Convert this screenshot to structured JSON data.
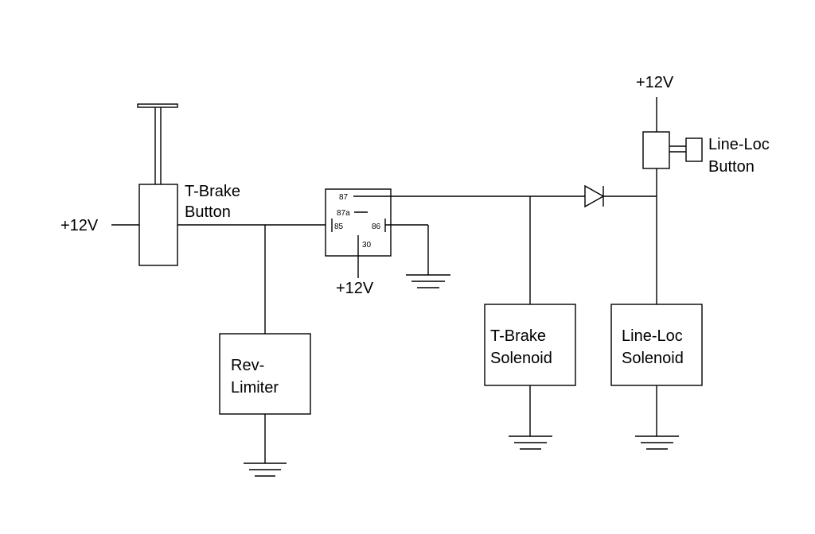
{
  "diagram": {
    "supply_labels": {
      "tbrake_supply": "+12V",
      "relay_supply": "+12V",
      "lineloc_supply": "+12V"
    },
    "tbrake_button": {
      "line1": "T-Brake",
      "line2": "Button"
    },
    "lineloc_button": {
      "line1": "Line-Loc",
      "line2": "Button"
    },
    "rev_limiter": {
      "line1": "Rev-",
      "line2": "Limiter"
    },
    "tbrake_solenoid": {
      "line1": "T-Brake",
      "line2": "Solenoid"
    },
    "lineloc_solenoid": {
      "line1": "Line-Loc",
      "line2": "Solenoid"
    },
    "relay": {
      "pin_87": "87",
      "pin_87a": "87a",
      "pin_85": "85",
      "pin_86": "86",
      "pin_30": "30"
    }
  }
}
